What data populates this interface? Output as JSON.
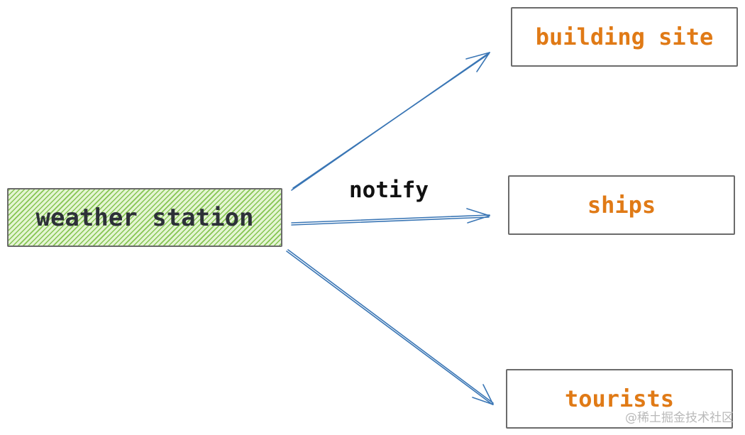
{
  "diagram": {
    "source": {
      "label": "weather station"
    },
    "edge_label": "notify",
    "targets": [
      {
        "label": "building site"
      },
      {
        "label": "ships"
      },
      {
        "label": "tourists"
      }
    ]
  },
  "watermark": "@稀土掘金技术社区",
  "colors": {
    "arrow": "#3a76b5",
    "target_text": "#e07a16",
    "source_fill": "#80c24a",
    "box_border": "#6b6b6b",
    "source_text": "#2d3038"
  }
}
